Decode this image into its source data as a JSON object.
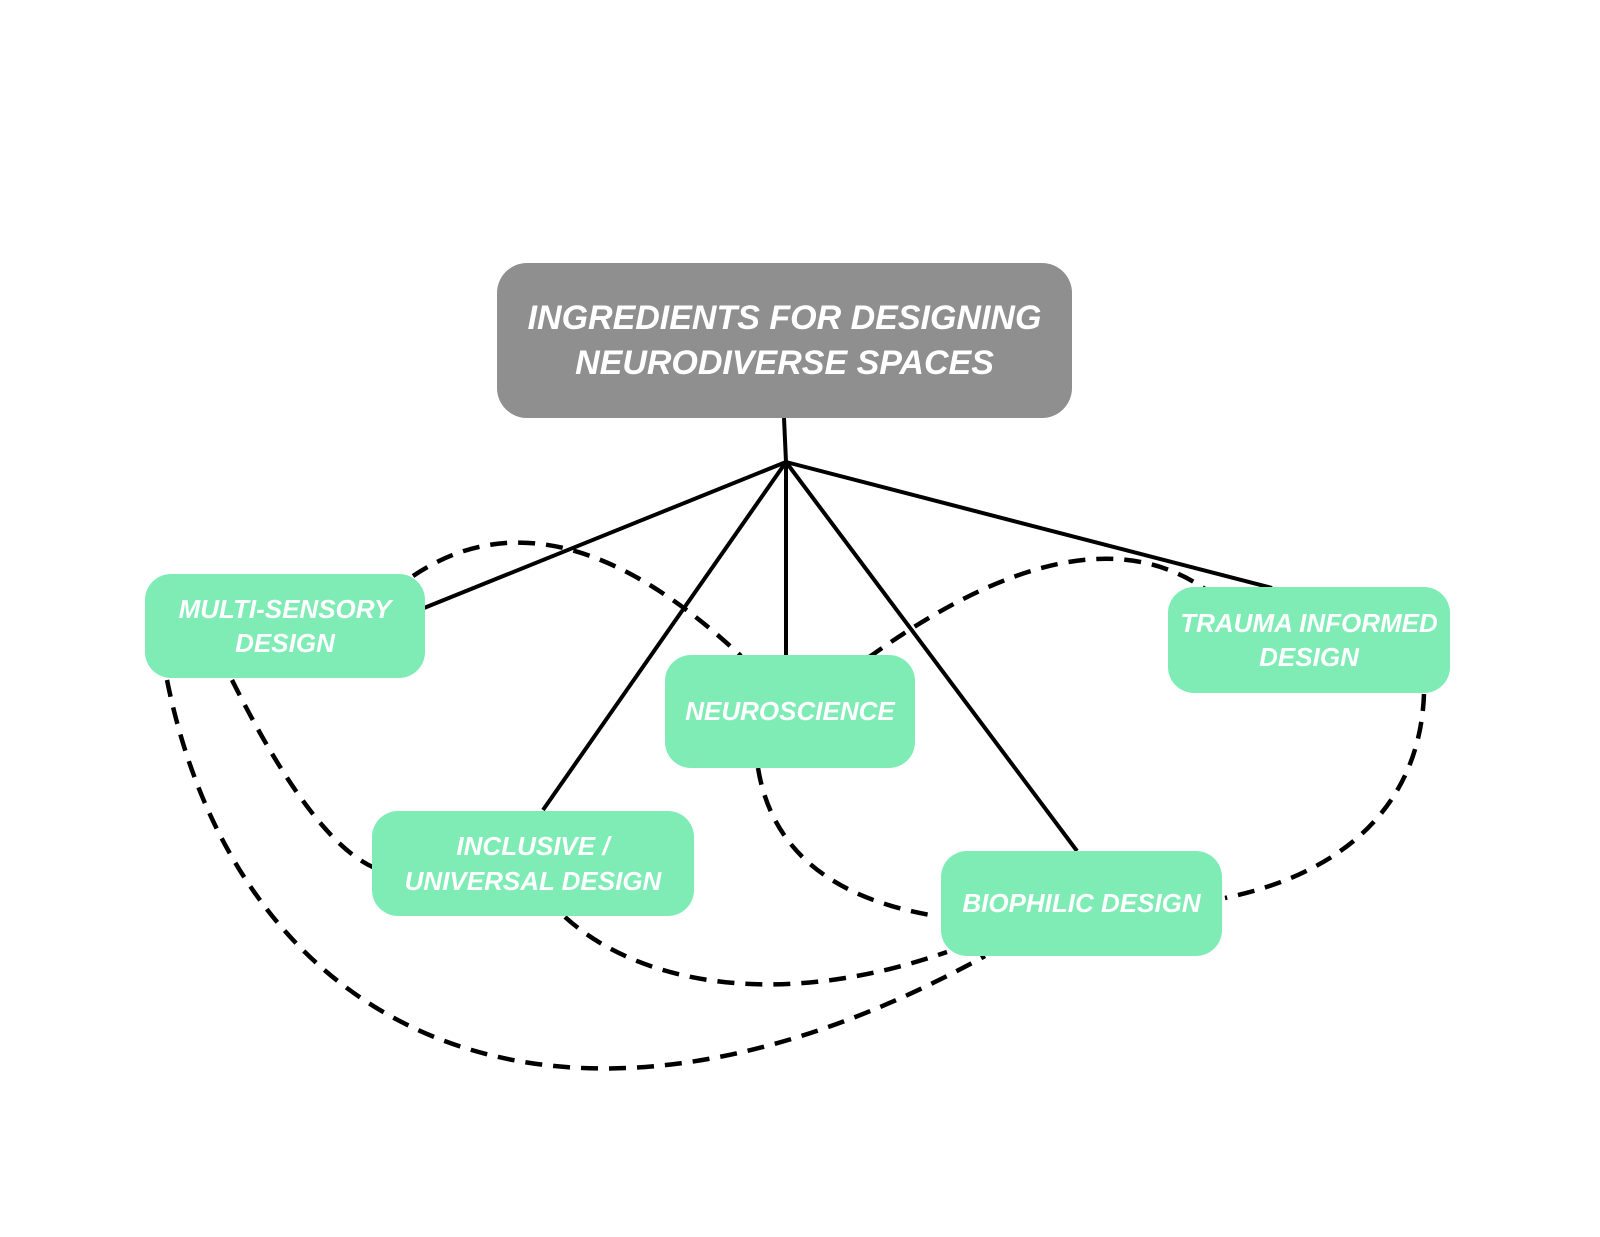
{
  "diagram": {
    "title": {
      "label": "INGREDIENTS FOR DESIGNING NEURODIVERSE SPACES"
    },
    "nodes": {
      "multi_sensory": {
        "label": "MULTI-SENSORY DESIGN"
      },
      "trauma_informed": {
        "label": "TRAUMA INFORMED DESIGN"
      },
      "neuroscience": {
        "label": "NEUROSCIENCE"
      },
      "inclusive_universal": {
        "label": "INCLUSIVE / UNIVERSAL DESIGN"
      },
      "biophilic": {
        "label": "BIOPHILIC DESIGN"
      }
    },
    "connections": {
      "solid_from_title": [
        "multi_sensory",
        "inclusive_universal",
        "neuroscience",
        "biophilic",
        "trauma_informed"
      ],
      "dashed": [
        {
          "from": "multi_sensory",
          "to": "neuroscience"
        },
        {
          "from": "neuroscience",
          "to": "trauma_informed"
        },
        {
          "from": "multi_sensory",
          "to": "inclusive_universal"
        },
        {
          "from": "multi_sensory",
          "to": "biophilic"
        },
        {
          "from": "inclusive_universal",
          "to": "biophilic"
        },
        {
          "from": "neuroscience",
          "to": "biophilic"
        },
        {
          "from": "trauma_informed",
          "to": "biophilic"
        }
      ]
    }
  },
  "colors": {
    "title_fill": "#8F8F8F",
    "node_fill": "#7FECB6",
    "text": "#FFFFFF",
    "line": "#000000",
    "background": "#FFFFFF"
  }
}
